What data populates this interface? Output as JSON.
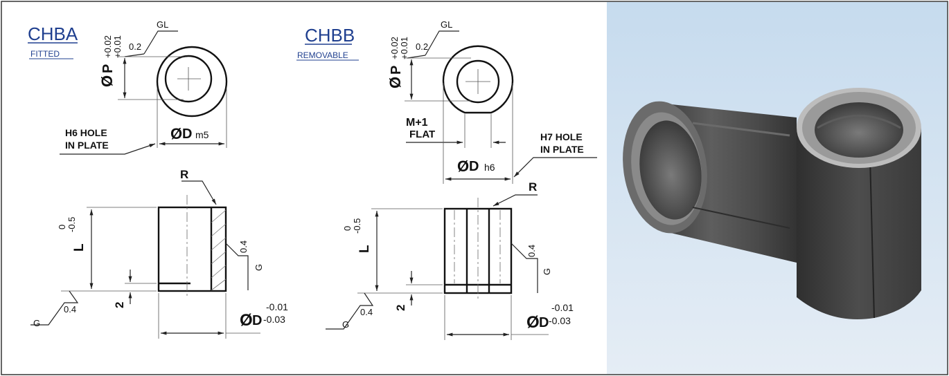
{
  "chba": {
    "code": "CHBA",
    "type": "FITTED",
    "runout": "0.2",
    "runout_ref": "GL",
    "bore": "P",
    "bore_tol_upper": "+0.02",
    "bore_tol_lower": "+0.01",
    "od": "D",
    "od_fit": "m5",
    "hole_note_1": "H6 HOLE",
    "hole_note_2": "IN PLATE",
    "radius": "R",
    "length": "L",
    "length_tol_upper": "0",
    "length_tol_lower": "-0.5",
    "finish_side": "0.4",
    "finish_side_ref": "G",
    "finish_end": "0.4",
    "finish_end_ref": "G",
    "step": "2",
    "od_bottom": "D",
    "od_tol_upper": "-0.01",
    "od_tol_lower": "-0.03"
  },
  "chbb": {
    "code": "CHBB",
    "type": "REMOVABLE",
    "runout": "0.2",
    "runout_ref": "GL",
    "bore": "P",
    "bore_tol_upper": "+0.02",
    "bore_tol_lower": "+0.01",
    "flat_1": "M+1",
    "flat_2": "FLAT",
    "od": "D",
    "od_fit": "h6",
    "hole_note_1": "H7 HOLE",
    "hole_note_2": "IN PLATE",
    "radius": "R",
    "length": "L",
    "length_tol_upper": "0",
    "length_tol_lower": "-0.5",
    "finish_side": "0.4",
    "finish_side_ref": "G",
    "finish_end": "0.4",
    "finish_end_ref": "G",
    "step": "2",
    "od_bottom": "D",
    "od_tol_upper": "-0.01",
    "od_tol_lower": "-0.03"
  },
  "symbols": {
    "diameter": "Ø"
  },
  "colors": {
    "accent_blue": "#1f3f8f",
    "photo_bg_top": "#c8dcee",
    "photo_bg_bottom": "#e6eef6",
    "metal": "#5a5a5a"
  }
}
